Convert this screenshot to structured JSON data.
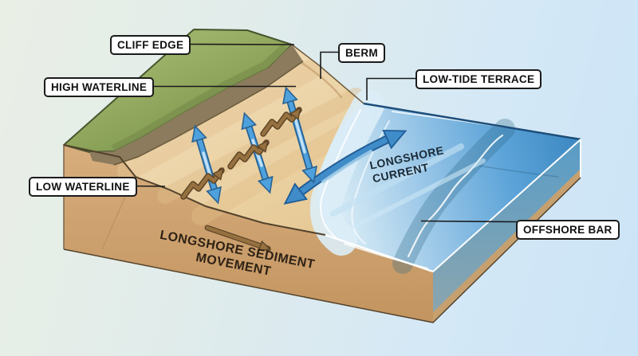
{
  "labels": {
    "cliff_edge": "CLIFF EDGE",
    "high_waterline": "HIGH WATERLINE",
    "berm": "BERM",
    "low_tide_terrace": "LOW-TIDE TERRACE",
    "low_waterline": "LOW WATERLINE",
    "offshore_bar": "OFFSHORE BAR"
  },
  "annotations": {
    "longshore_current": {
      "line1": "LONGSHORE",
      "line2": "CURRENT"
    },
    "longshore_sediment_movement": {
      "line1": "LONGSHORE SEDIMENT",
      "line2": "MOVEMENT"
    }
  },
  "colors": {
    "background_left": "#eaefe6",
    "background_right": "#cbe4f6",
    "grass": "#8ea55c",
    "cliff_band": "#8c7b5c",
    "beach_sand": "#efd9b2",
    "front_face_sand": "#d3a977",
    "water_deep": "#3e88c4",
    "water_shallow": "#d8eaf4",
    "offshore_bar_band": "#2c6886",
    "arrow_blue": "#4b9fdb",
    "arrow_brown": "#96713f",
    "label_background": "#ffffff",
    "label_border": "#1b1b1b",
    "leader_line": "#1a1a1a"
  }
}
